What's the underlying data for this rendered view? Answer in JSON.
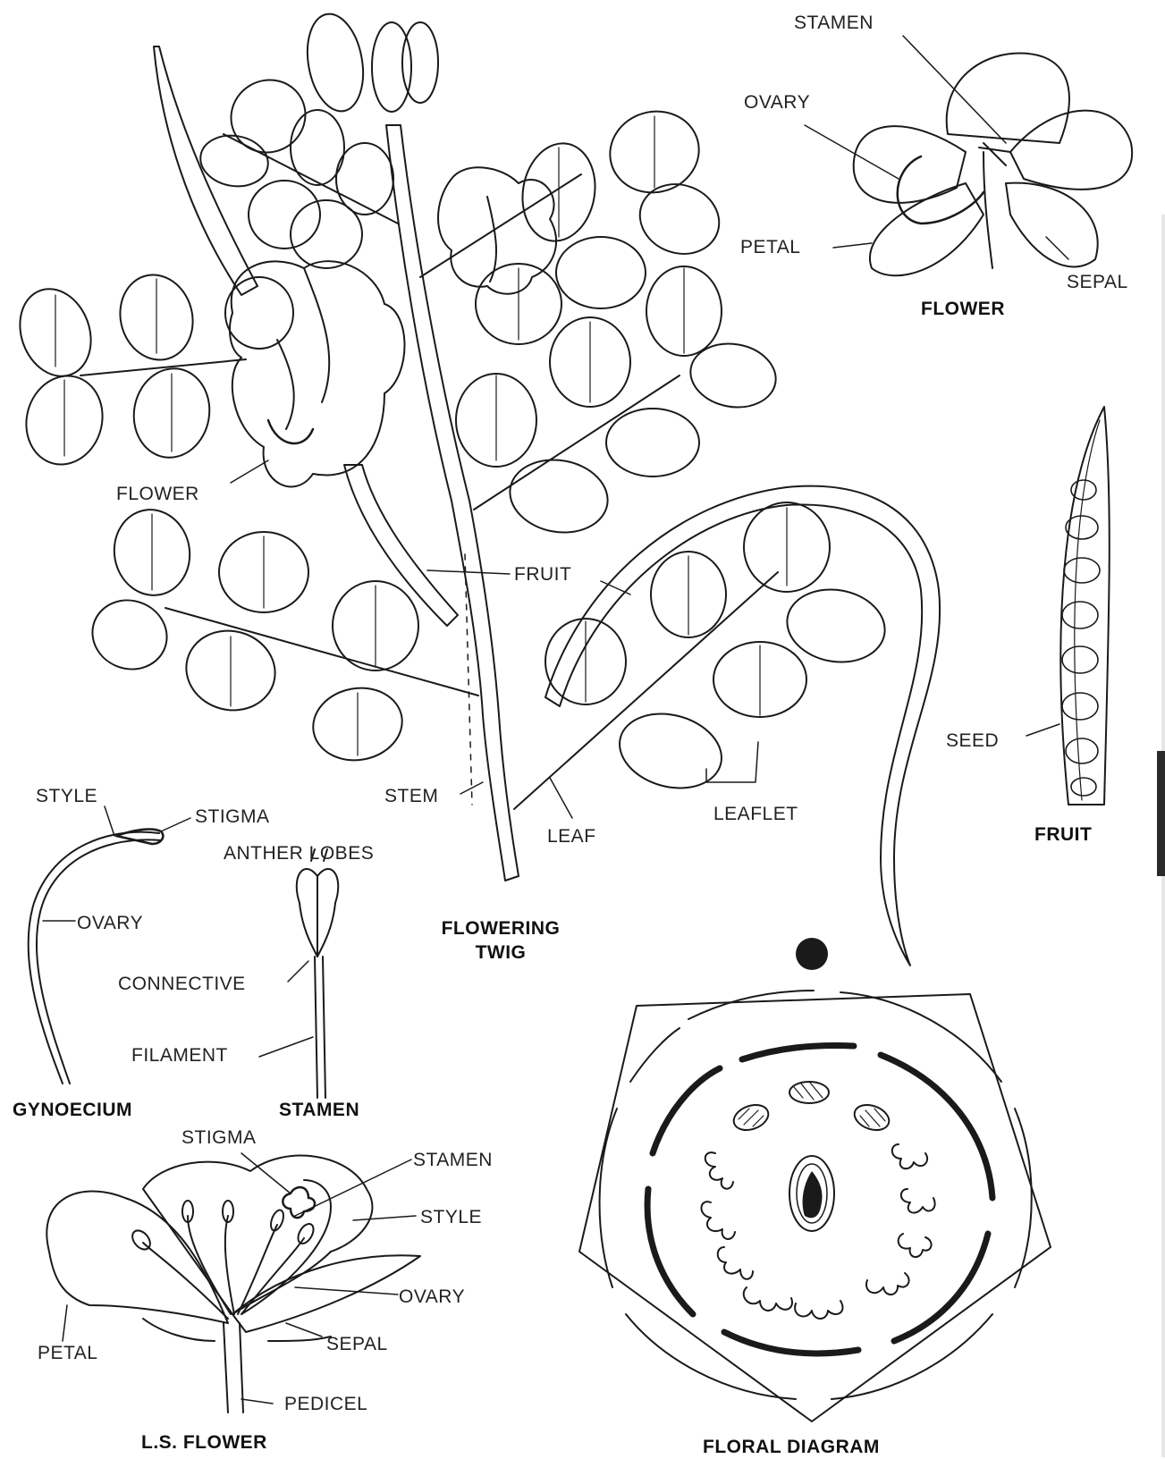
{
  "labels": {
    "stamen_top": "STAMEN",
    "ovary_top": "OVARY",
    "petal_top": "PETAL",
    "sepal_top": "SEPAL",
    "flower_top_caption": "FLOWER",
    "flower_twig": "FLOWER",
    "fruit_twig": "FRUIT",
    "stem": "STEM",
    "leaf": "LEAF",
    "leaflet": "LEAFLET",
    "flowering_twig_line1": "FLOWERING",
    "flowering_twig_line2": "TWIG",
    "seed": "SEED",
    "fruit_caption": "FRUIT",
    "style_g": "STYLE",
    "stigma_g": "STIGMA",
    "ovary_g": "OVARY",
    "gynoecium_caption": "GYNOECIUM",
    "anther_lobes": "ANTHER LOBES",
    "connective": "CONNECTIVE",
    "filament": "FILAMENT",
    "stamen_caption": "STAMEN",
    "stigma_ls": "STIGMA",
    "stamen_ls": "STAMEN",
    "style_ls": "STYLE",
    "ovary_ls": "OVARY",
    "sepal_ls": "SEPAL",
    "petal_ls": "PETAL",
    "pedicel_ls": "PEDICEL",
    "ls_flower_caption": "L.S. FLOWER",
    "floral_diagram_caption": "FLORAL DIAGRAM"
  },
  "colors": {
    "ink": "#1a1a1a",
    "background": "#ffffff"
  }
}
